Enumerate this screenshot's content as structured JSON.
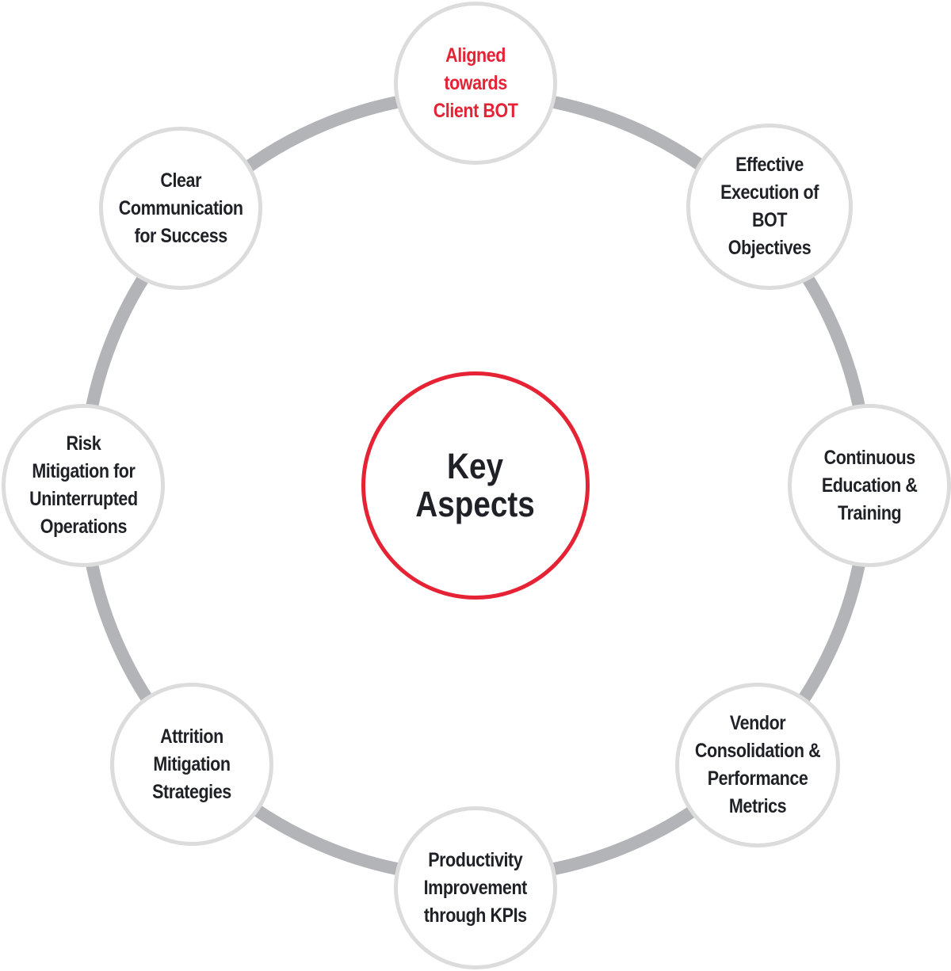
{
  "diagram": {
    "center": {
      "label_lines": [
        "Key",
        "Aspects"
      ]
    },
    "nodes": [
      {
        "id": "aligned",
        "lines": [
          "Aligned",
          "towards",
          "Client BOT"
        ],
        "accent": true
      },
      {
        "id": "effective-execution",
        "lines": [
          "Effective",
          "Execution of",
          "BOT",
          "Objectives"
        ],
        "accent": false
      },
      {
        "id": "continuous-education",
        "lines": [
          "Continuous",
          "Education &",
          "Training"
        ],
        "accent": false
      },
      {
        "id": "vendor-consolidation",
        "lines": [
          "Vendor",
          "Consolidation &",
          "Performance",
          "Metrics"
        ],
        "accent": false
      },
      {
        "id": "productivity-improvement",
        "lines": [
          "Productivity",
          "Improvement",
          "through KPIs"
        ],
        "accent": false
      },
      {
        "id": "attrition-mitigation",
        "lines": [
          "Attrition",
          "Mitigation",
          "Strategies"
        ],
        "accent": false
      },
      {
        "id": "risk-mitigation",
        "lines": [
          "Risk",
          "Mitigation for",
          "Uninterrupted",
          "Operations"
        ],
        "accent": false
      },
      {
        "id": "clear-communication",
        "lines": [
          "Clear",
          "Communication",
          "for Success"
        ],
        "accent": false
      }
    ]
  },
  "colors": {
    "accent": "#e52335",
    "ring": "#b3b4b8",
    "node_border": "#dcdcdc",
    "text": "#1f2126"
  }
}
